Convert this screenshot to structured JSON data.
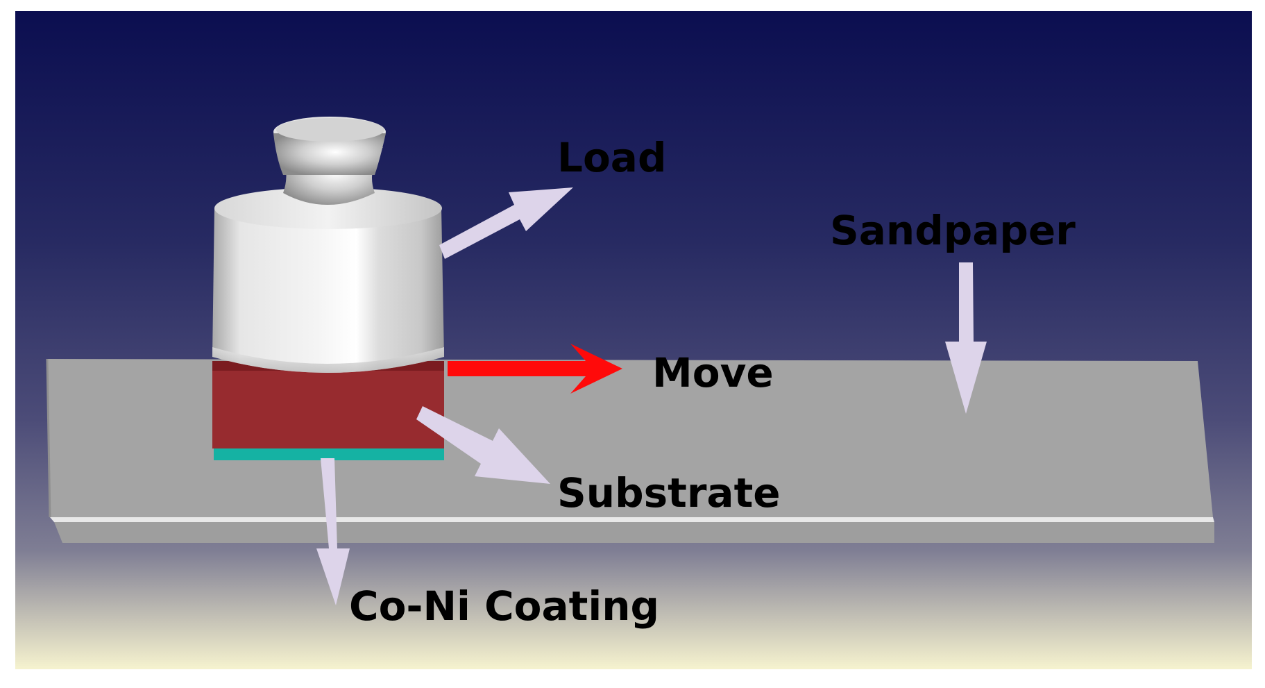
{
  "labels": {
    "load": "Load",
    "sandpaper": "Sandpaper",
    "move": "Move",
    "substrate": "Substrate",
    "coating": "Co-Ni Coating"
  },
  "colors": {
    "background_top": "#0c0f52",
    "background_bottom": "#f4f0c8",
    "sandpaper": "#a3a3a3",
    "substrate": "#962a2e",
    "coating": "#16b3a4",
    "weight": "#d9d9d9",
    "pointer_arrow": "#ddd4ea",
    "move_arrow": "#ff0a0a"
  }
}
